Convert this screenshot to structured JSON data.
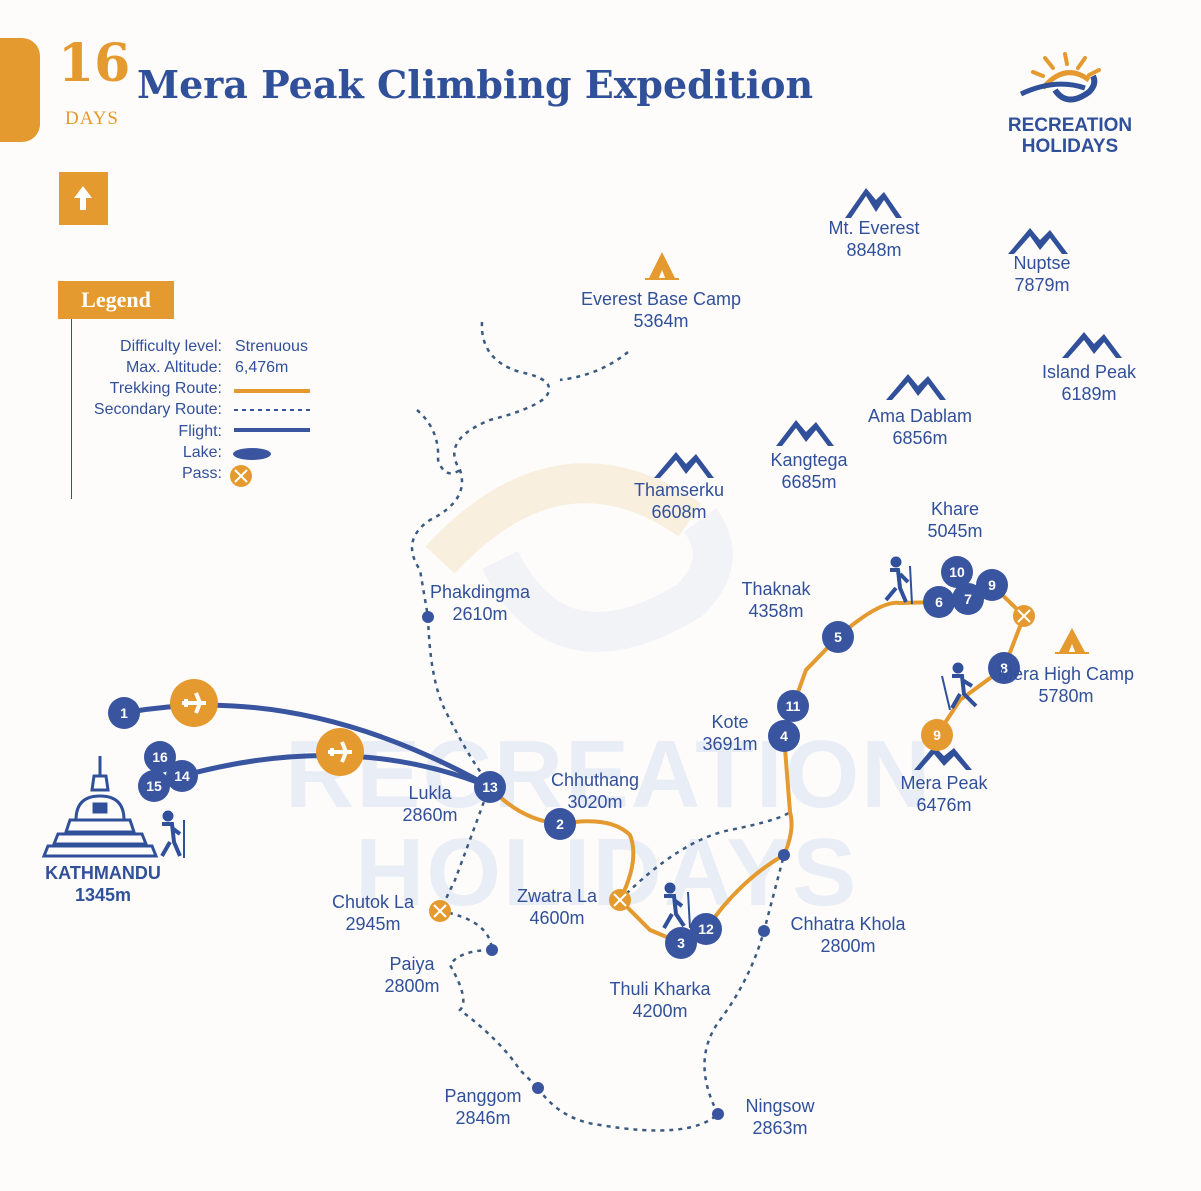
{
  "header": {
    "days_number": "16",
    "days_label": "DAYS",
    "title": "Mera Peak Climbing Expedition"
  },
  "brand": {
    "line1": "RECREATION",
    "line2": "HOLIDAYS",
    "watermark_line1": "RECREATION",
    "watermark_line2": "HOLIDAYS"
  },
  "compass": {
    "icon": "north-arrow-icon"
  },
  "legend": {
    "title": "Legend",
    "items": [
      {
        "key": "Difficulty level:",
        "value": "Strenuous"
      },
      {
        "key": "Max. Altitude:",
        "value": "6,476m"
      },
      {
        "key": "Trekking Route:",
        "symbol": "solid-orange-line"
      },
      {
        "key": "Secondary Route:",
        "symbol": "dotted-blue-line"
      },
      {
        "key": "Flight:",
        "symbol": "solid-blue-line"
      },
      {
        "key": "Lake:",
        "symbol": "blue-ellipse"
      },
      {
        "key": "Pass:",
        "symbol": "pass-icon"
      }
    ]
  },
  "colors": {
    "accent_orange": "#e49a2e",
    "route_blue": "#3a55a0",
    "text_blue": "#31509a"
  },
  "places": [
    {
      "name": "Everest Base Camp",
      "alt": "5364m",
      "icon": "camp-tent-icon"
    },
    {
      "name": "Mt. Everest",
      "alt": "8848m",
      "icon": "mountain-icon"
    },
    {
      "name": "Nuptse",
      "alt": "7879m",
      "icon": "mountain-icon"
    },
    {
      "name": "Island Peak",
      "alt": "6189m",
      "icon": "mountain-icon"
    },
    {
      "name": "Ama Dablam",
      "alt": "6856m",
      "icon": "mountain-icon"
    },
    {
      "name": "Kangtega",
      "alt": "6685m",
      "icon": "mountain-icon"
    },
    {
      "name": "Thamserku",
      "alt": "6608m",
      "icon": "mountain-icon"
    },
    {
      "name": "Khare",
      "alt": "5045m"
    },
    {
      "name": "Thaknak",
      "alt": "4358m"
    },
    {
      "name": "Phakdingma",
      "alt": "2610m"
    },
    {
      "name": "Mera High Camp",
      "alt": "5780m",
      "icon": "camp-tent-icon"
    },
    {
      "name": "Kote",
      "alt": "3691m"
    },
    {
      "name": "Mera Peak",
      "alt": "6476m",
      "icon": "mountain-icon"
    },
    {
      "name": "Lukla",
      "alt": "2860m"
    },
    {
      "name": "Chhuthang",
      "alt": "3020m"
    },
    {
      "name": "KATHMANDU",
      "alt": "1345m",
      "icon": "stupa-icon"
    },
    {
      "name": "Zwatra La",
      "alt": "4600m",
      "icon": "pass-icon"
    },
    {
      "name": "Chutok La",
      "alt": "2945m",
      "icon": "pass-icon"
    },
    {
      "name": "Chhatra Khola",
      "alt": "2800m"
    },
    {
      "name": "Paiya",
      "alt": "2800m"
    },
    {
      "name": "Thuli Kharka",
      "alt": "4200m"
    },
    {
      "name": "Panggom",
      "alt": "2846m"
    },
    {
      "name": "Ningsow",
      "alt": "2863m"
    }
  ],
  "day_markers": [
    "1",
    "2",
    "3",
    "4",
    "5",
    "6",
    "7",
    "8",
    "9",
    "9",
    "10",
    "11",
    "12",
    "13",
    "14",
    "15",
    "16"
  ]
}
